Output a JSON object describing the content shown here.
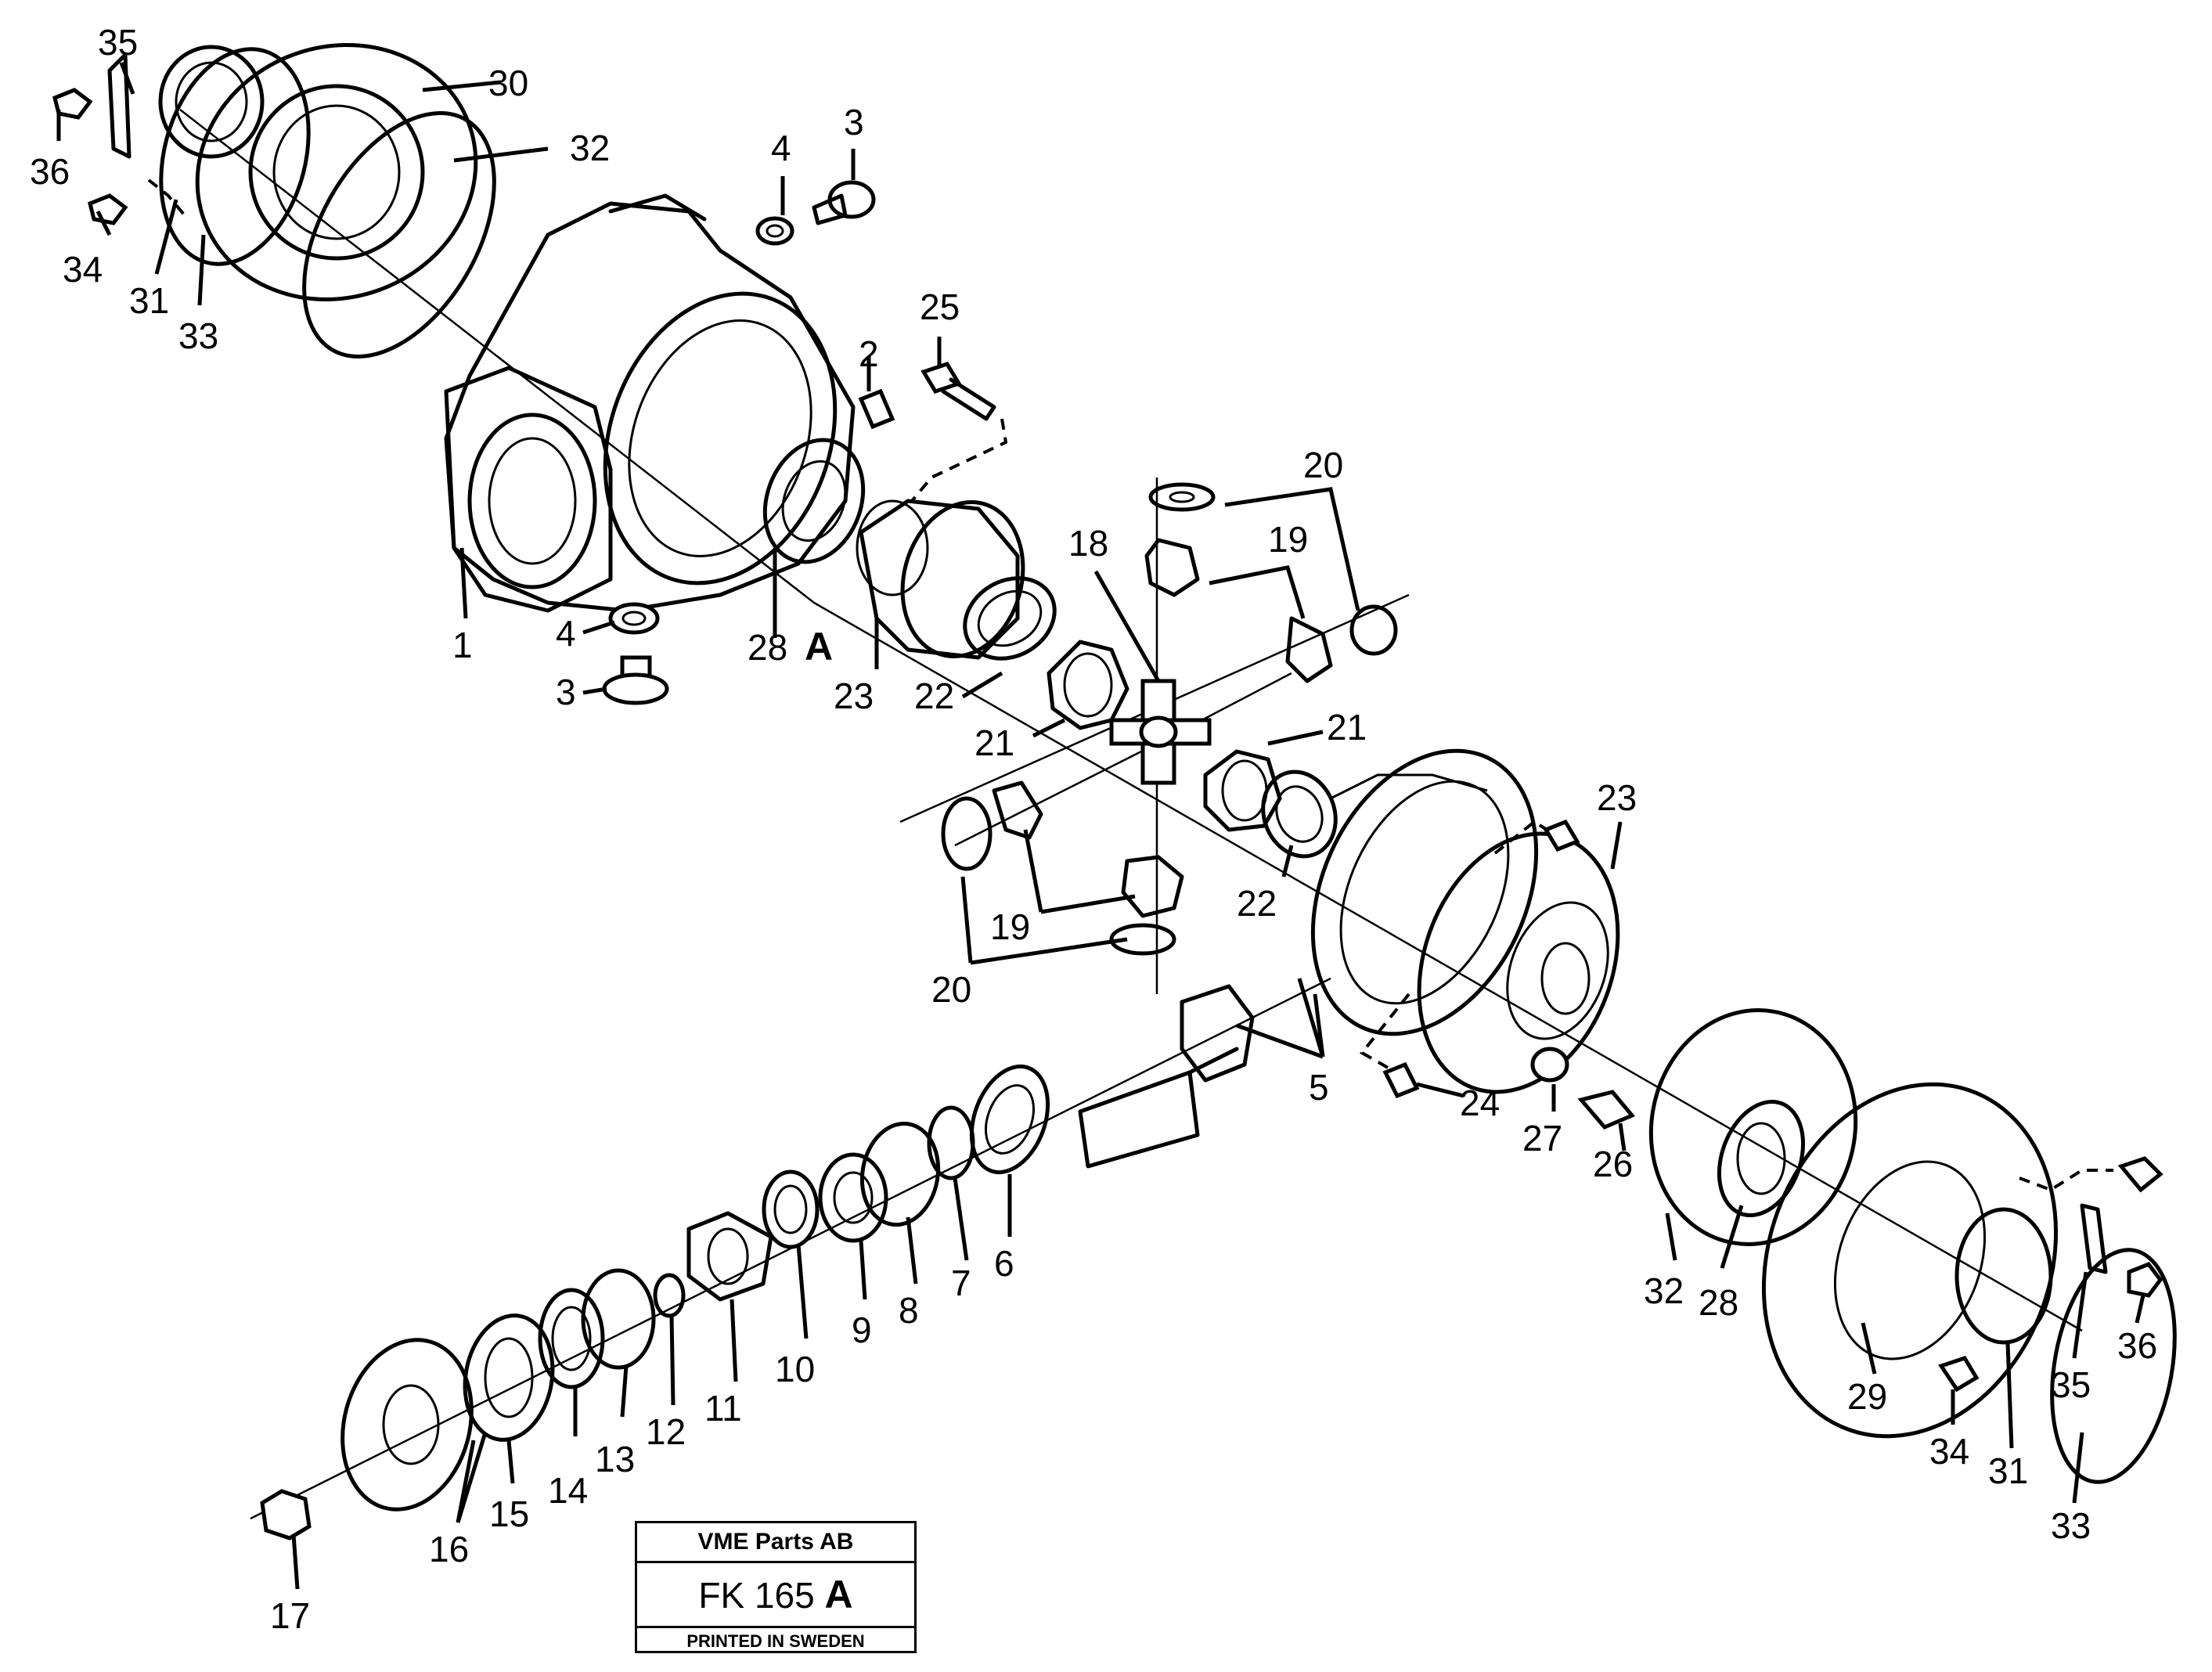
{
  "callouts": {
    "c1": "1",
    "c2": "2",
    "c3a": "3",
    "c3b": "3",
    "c4a": "4",
    "c4b": "4",
    "c5": "5",
    "c6": "6",
    "c7": "7",
    "c8": "8",
    "c9": "9",
    "c10": "10",
    "c11": "11",
    "c12": "12",
    "c13": "13",
    "c14": "14",
    "c15": "15",
    "c16": "16",
    "c17": "17",
    "c18": "18",
    "c19a": "19",
    "c19b": "19",
    "c20a": "20",
    "c20b": "20",
    "c21a": "21",
    "c21b": "21",
    "c22a": "22",
    "c22b": "22",
    "c23a": "23",
    "c23b": "23",
    "c24": "24",
    "c25": "25",
    "c26": "26",
    "c27": "27",
    "c28a": "28",
    "c28b": "28",
    "c29": "29",
    "c30": "30",
    "c31a": "31",
    "c31b": "31",
    "c32a": "32",
    "c32b": "32",
    "c33a": "33",
    "c33b": "33",
    "c34a": "34",
    "c34b": "34",
    "c35a": "35",
    "c35b": "35",
    "c36a": "36",
    "c36b": "36",
    "detail_a": "A"
  },
  "stamp": {
    "company": "VME Parts AB",
    "code": "FK 165",
    "code_suffix": "A",
    "printed": "PRINTED IN SWEDEN"
  }
}
